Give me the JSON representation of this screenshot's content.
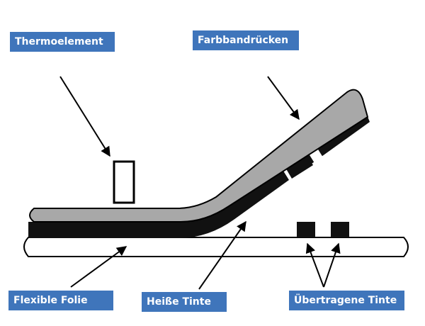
{
  "labels": {
    "thermoelement": "Thermoelement",
    "ribbon_back": "Farbbandrücken",
    "flexible_film": "Flexible Folie",
    "hot_ink": "Heiße Tinte",
    "transferred_ink": "Übertragene Tinte"
  },
  "colors": {
    "label_background": "#3f75bb",
    "label_text": "#ffffff",
    "ribbon_back": "#a8a8a8",
    "ink": "#111111",
    "outline": "#000000",
    "film": "#ffffff"
  }
}
